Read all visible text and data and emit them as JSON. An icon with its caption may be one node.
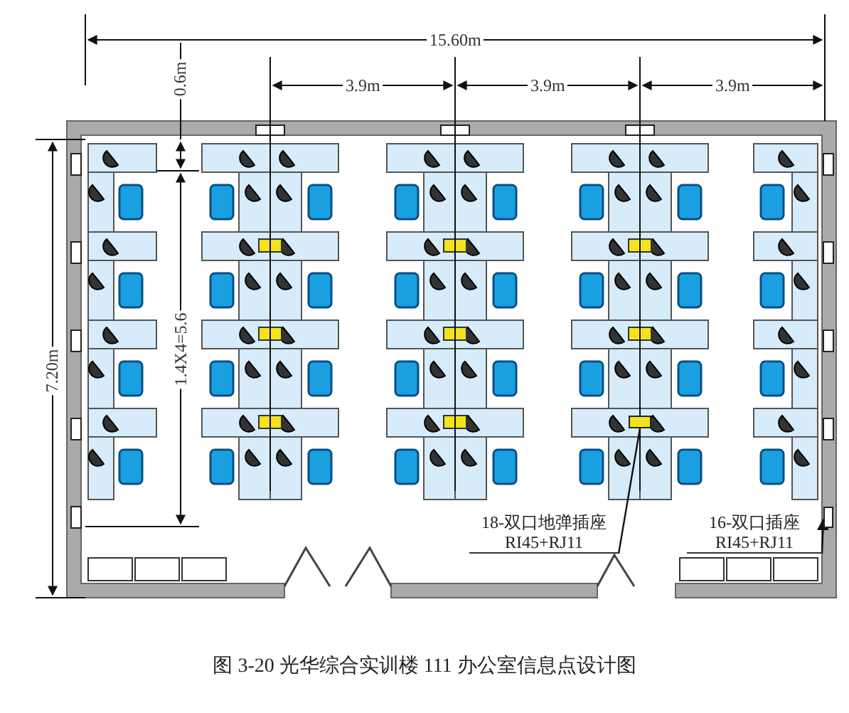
{
  "diagram": {
    "caption": "图 3-20 光华综合实训楼 111 办公室信息点设计图",
    "nodes": [
      {
        "text": [
          "18-双口地弹插座RI45+RJ11"
        ]
      },
      {
        "text": [],
        "shape": "box"
      },
      {
        "text": [
          "16-双口插座RI45+RJ11"
        ]
      },
      {
        "text": [],
        "shape": "box"
      }
    ],
    "edges": [
      {
        "from": 0,
        "to": 1,
        "arrow": "none"
      },
      {
        "from": 2,
        "to": 3,
        "arrow": "to"
      }
    ],
    "labels": [
      "15.60m",
      "3.9m",
      "3.9m",
      "3.9m",
      "0.6m",
      "7.20m",
      "1.4X4=5.6"
    ]
  }
}
